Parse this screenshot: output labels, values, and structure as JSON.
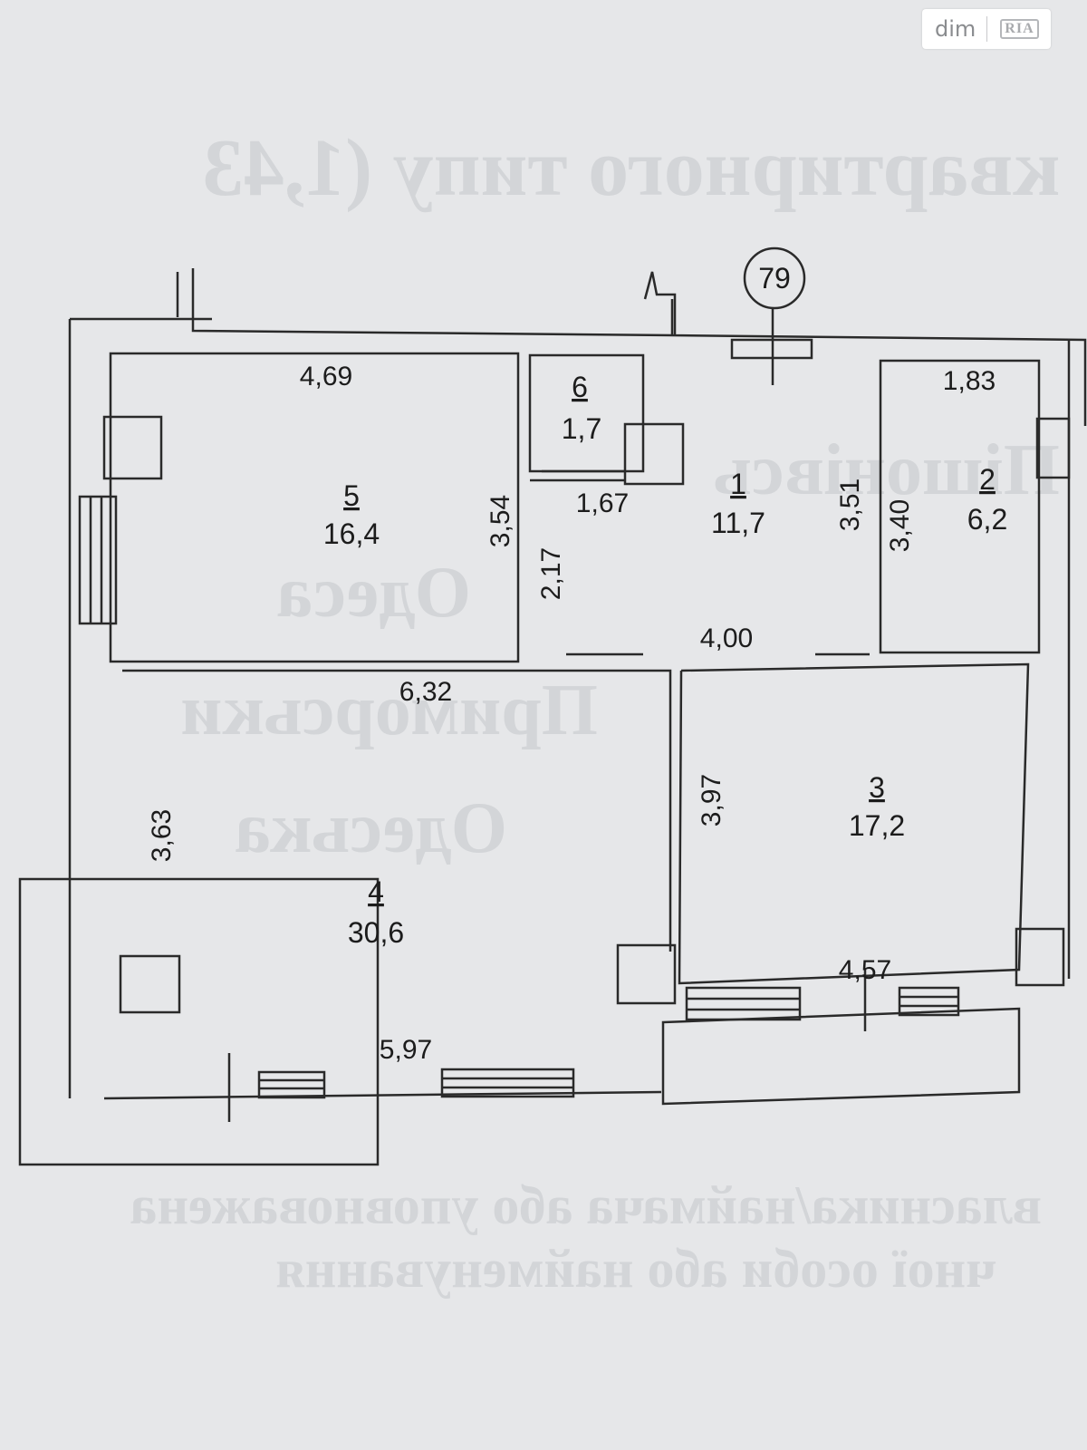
{
  "watermark": {
    "site": "dim",
    "brand": "RIA"
  },
  "background_text": [
    "квартирного типу (1,43",
    "Пішонівсь",
    "Одеса",
    "Приморськи",
    "Одеська",
    "власника/наймача або уповноважена",
    "чної особи або найменування"
  ],
  "axis_marker": "79",
  "rooms": [
    {
      "number": "1",
      "area": "11,7"
    },
    {
      "number": "2",
      "area": "6,2"
    },
    {
      "number": "3",
      "area": "17,2"
    },
    {
      "number": "4",
      "area": "30,6"
    },
    {
      "number": "5",
      "area": "16,4"
    },
    {
      "number": "6",
      "area": "1,7"
    }
  ],
  "dimensions": {
    "room5_width": "4,69",
    "room5_height": "3,54",
    "room6_width": "1,67",
    "room6_height": "2,17",
    "room1_width": "4,00",
    "room1_height": "3,51",
    "room2_width": "1,83",
    "room2_height": "3,40",
    "room4_top": "6,32",
    "room4_left": "3,63",
    "room4_bottom": "5,97",
    "room3_left": "3,97",
    "room3_bottom": "4,57"
  },
  "colors": {
    "paper": "#e6e7e9",
    "line": "#2a2a2a",
    "ghost_text": "#d3d5d8"
  }
}
